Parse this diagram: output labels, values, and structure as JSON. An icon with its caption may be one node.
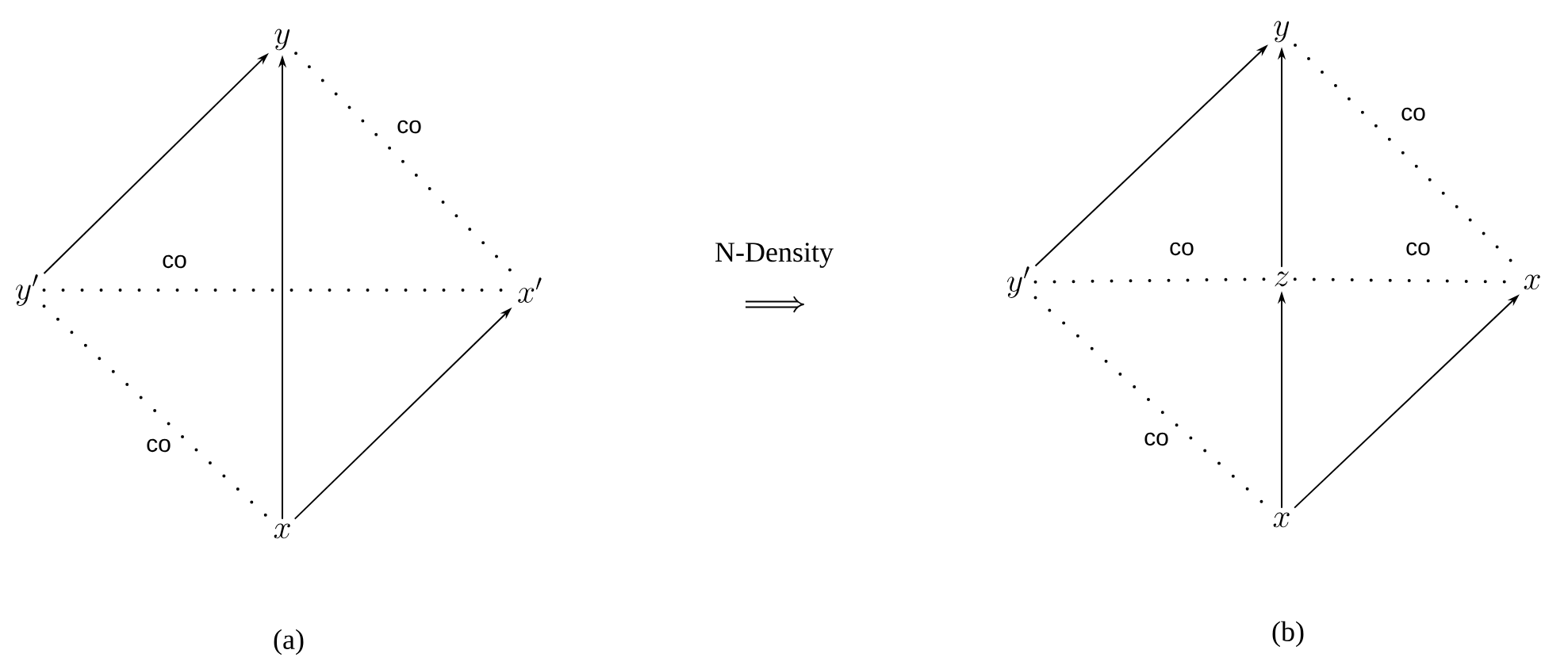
{
  "diagram": {
    "nodes": [
      {
        "text": [
          "y"
        ]
      },
      {
        "text": [
          "y'"
        ]
      },
      {
        "text": [
          "x'"
        ]
      },
      {
        "text": [
          "x"
        ]
      },
      {
        "text": [
          "y"
        ]
      },
      {
        "text": [
          "y'"
        ]
      },
      {
        "text": [
          "z"
        ]
      },
      {
        "text": [
          "x"
        ]
      },
      {
        "text": [
          "x"
        ]
      }
    ],
    "edges": [
      {
        "from": 1,
        "to": 0,
        "arrow": "to"
      },
      {
        "from": 3,
        "to": 0,
        "arrow": "to"
      },
      {
        "from": 3,
        "to": 2,
        "arrow": "to"
      },
      {
        "from": 0,
        "to": 2,
        "arrow": "none",
        "style": "dashed",
        "label": "co"
      },
      {
        "from": 1,
        "to": 2,
        "arrow": "none",
        "style": "dashed",
        "label": "co"
      },
      {
        "from": 1,
        "to": 3,
        "arrow": "none",
        "style": "dashed",
        "label": "co"
      },
      {
        "from": 5,
        "to": 4,
        "arrow": "to"
      },
      {
        "from": 6,
        "to": 4,
        "arrow": "to"
      },
      {
        "from": 8,
        "to": 6,
        "arrow": "to"
      },
      {
        "from": 8,
        "to": 7,
        "arrow": "to"
      },
      {
        "from": 4,
        "to": 7,
        "arrow": "none",
        "style": "dashed",
        "label": "co"
      },
      {
        "from": 5,
        "to": 6,
        "arrow": "none",
        "style": "dashed",
        "label": "co"
      },
      {
        "from": 6,
        "to": 7,
        "arrow": "none",
        "style": "dashed",
        "label": "co"
      },
      {
        "from": 5,
        "to": 8,
        "arrow": "none",
        "style": "dashed",
        "label": "co"
      }
    ],
    "labels": [
      "N-Density",
      "(a)",
      "(b)"
    ]
  }
}
